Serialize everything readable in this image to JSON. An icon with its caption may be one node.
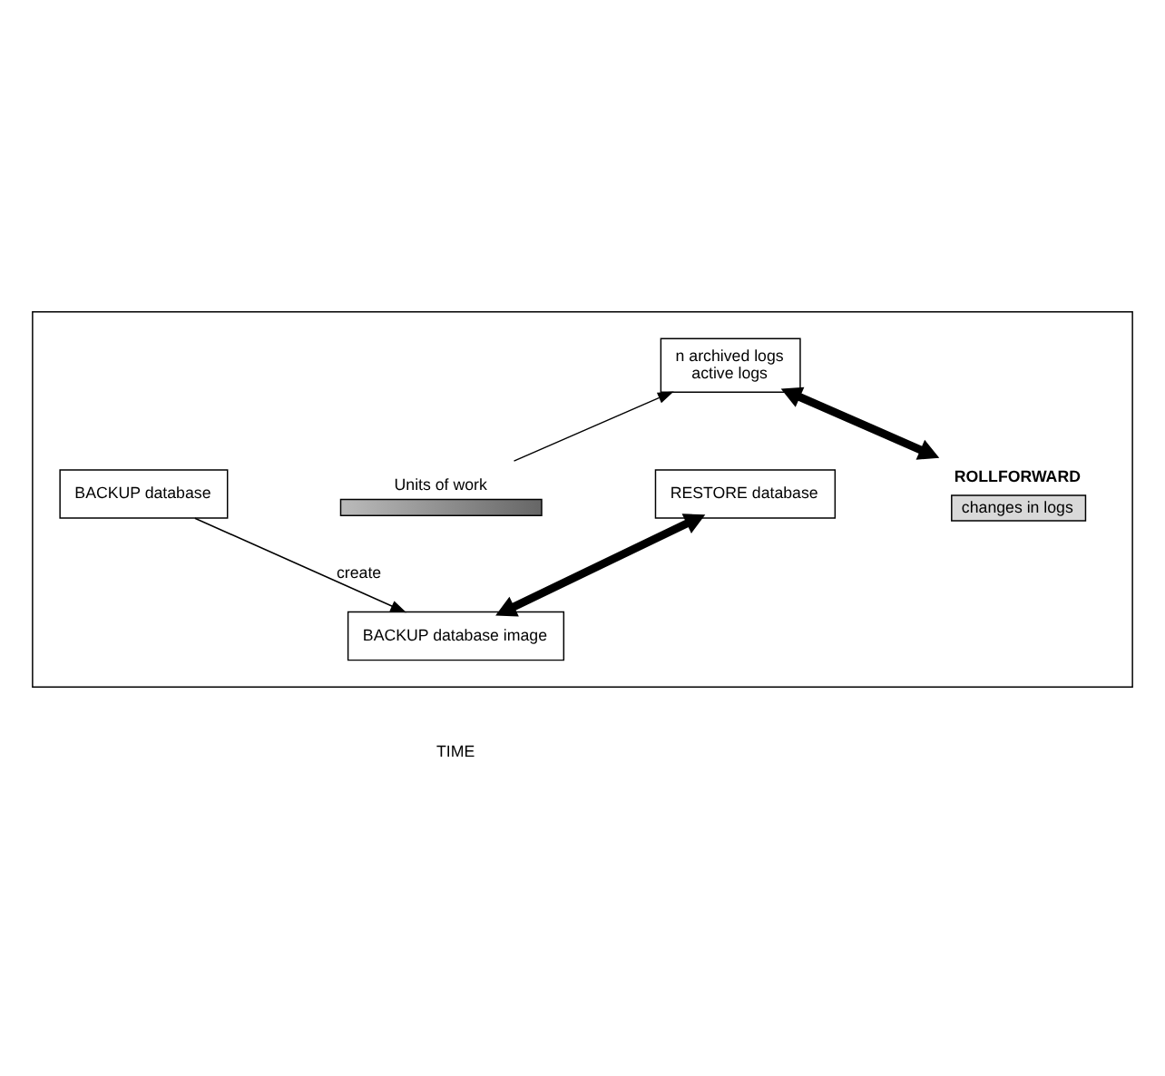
{
  "diagram": {
    "nodes": [
      {
        "text": [],
        "shape": "box"
      },
      {
        "text": [
          "n archived logs",
          "active logs"
        ],
        "in": 0
      },
      {
        "text": [
          "BACKUP database"
        ],
        "in": 0
      },
      {
        "text": [
          "Units of work"
        ],
        "in": 0
      },
      {
        "text": [
          "RESTORE database"
        ],
        "in": 0
      },
      {
        "text": [
          "ROLLFORWARD",
          "changes in logs"
        ],
        "in": 0
      },
      {
        "text": [
          "BACKUP database image"
        ],
        "in": 0
      }
    ],
    "edges": [
      {
        "from": 2,
        "to": 6,
        "arrow": "to",
        "label": "create"
      },
      {
        "from": 3,
        "to": 1,
        "arrow": "to"
      },
      {
        "from": 1,
        "to": 5,
        "arrow": "both",
        "style": "thick"
      },
      {
        "from": 4,
        "to": 6,
        "arrow": "both",
        "style": "thick"
      }
    ],
    "labels": [
      "TIME"
    ]
  }
}
